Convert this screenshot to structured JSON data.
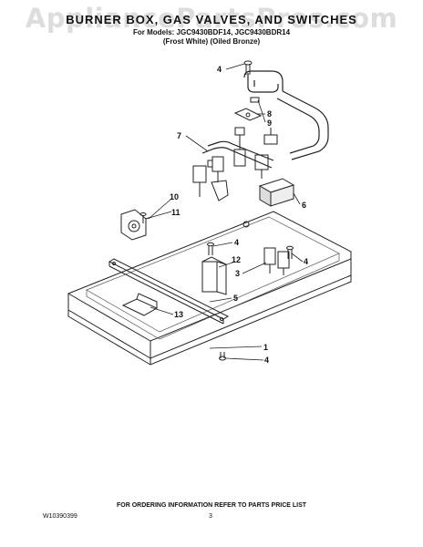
{
  "header": {
    "title": "BURNER BOX, GAS VALVES, AND SWITCHES",
    "models": "For Models: JGC9430BDF14, JGC9430BDR14",
    "finishes": "(Frost White)     (Oiled Bronze)",
    "watermark": "AppliancePartsPros.com"
  },
  "callouts": [
    "1",
    "2",
    "3",
    "4",
    "5",
    "6",
    "7",
    "8",
    "9",
    "10",
    "11",
    "12",
    "13"
  ],
  "footer": {
    "ordering_note": "FOR ORDERING INFORMATION REFER TO PARTS PRICE LIST",
    "doc_number": "W10390399",
    "page_number": "3"
  }
}
